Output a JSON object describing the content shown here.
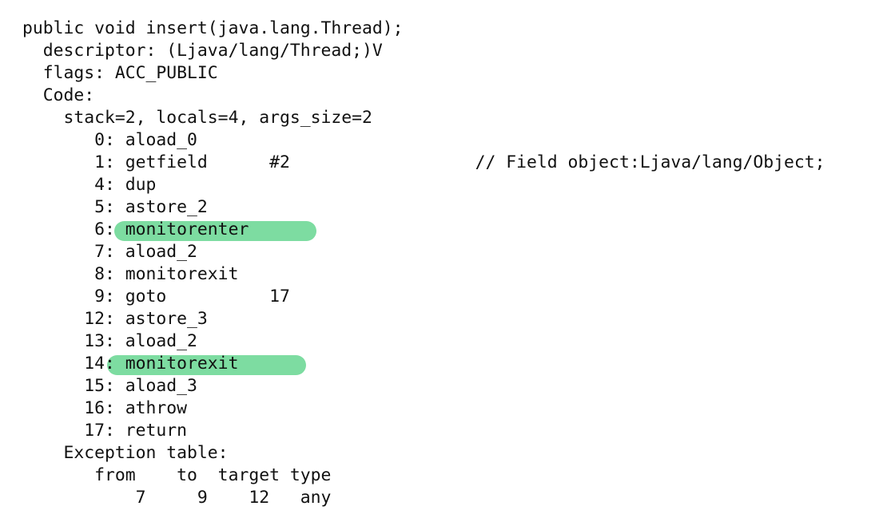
{
  "code_lines": [
    "public void insert(java.lang.Thread);",
    "  descriptor: (Ljava/lang/Thread;)V",
    "  flags: ACC_PUBLIC",
    "  Code:",
    "    stack=2, locals=4, args_size=2",
    "       0: aload_0",
    "       1: getfield      #2                  // Field object:Ljava/lang/Object;",
    "       4: dup",
    "       5: astore_2",
    "       6: monitorenter",
    "       7: aload_2",
    "       8: monitorexit",
    "       9: goto          17",
    "      12: astore_3",
    "      13: aload_2",
    "      14: monitorexit",
    "      15: aload_3",
    "      16: athrow",
    "      17: return",
    "    Exception table:",
    "       from    to  target type",
    "           7     9    12   any"
  ],
  "highlights": {
    "color": "#7ddca1",
    "lines": [
      9,
      15
    ]
  }
}
